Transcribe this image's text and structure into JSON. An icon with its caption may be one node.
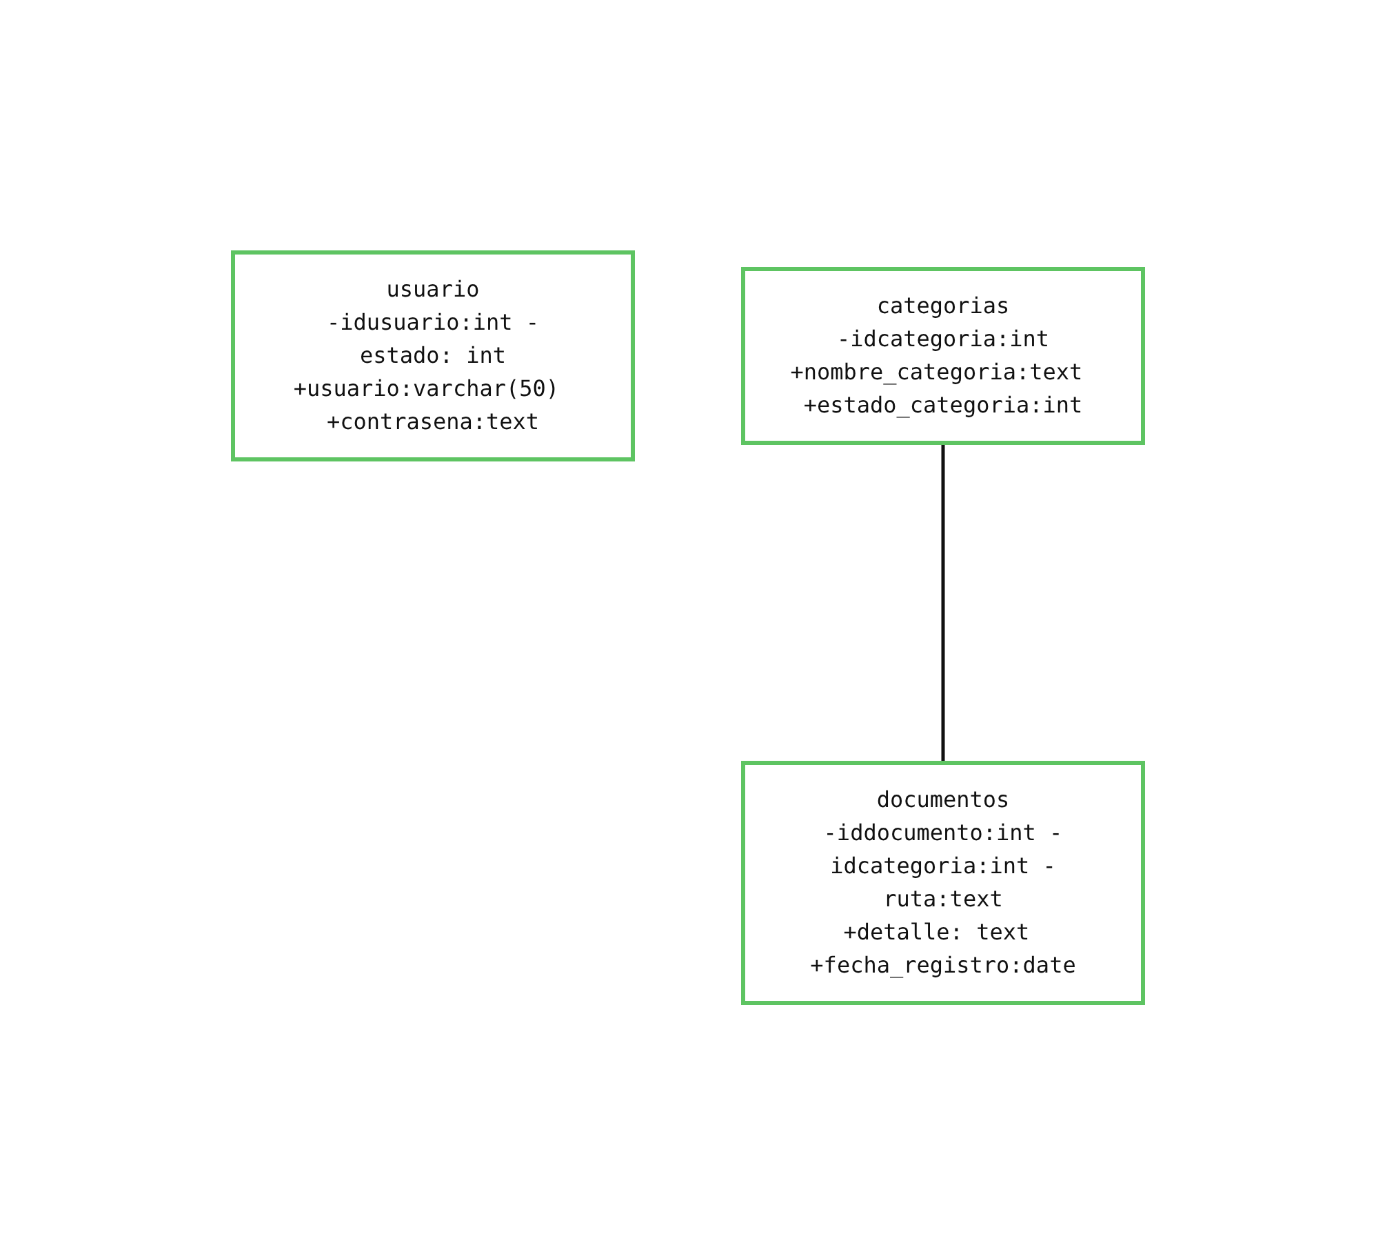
{
  "diagram": {
    "nodes": [
      {
        "text": [
          "usuario",
          "-idusuario:int -estado: int",
          "+usuario:varchar(50) +contrasena:text"
        ]
      },
      {
        "text": [
          "categorias",
          "-idcategoria:int",
          "+nombre_categoria:text +estado_categoria:int"
        ]
      },
      {
        "text": [
          "documentos",
          "-iddocumento:int -idcategoria:int -ruta:text",
          "+detalle: text +fecha_registro:date"
        ]
      }
    ],
    "edges": [
      {
        "from": 1,
        "to": 2,
        "arrow": "none"
      }
    ]
  }
}
